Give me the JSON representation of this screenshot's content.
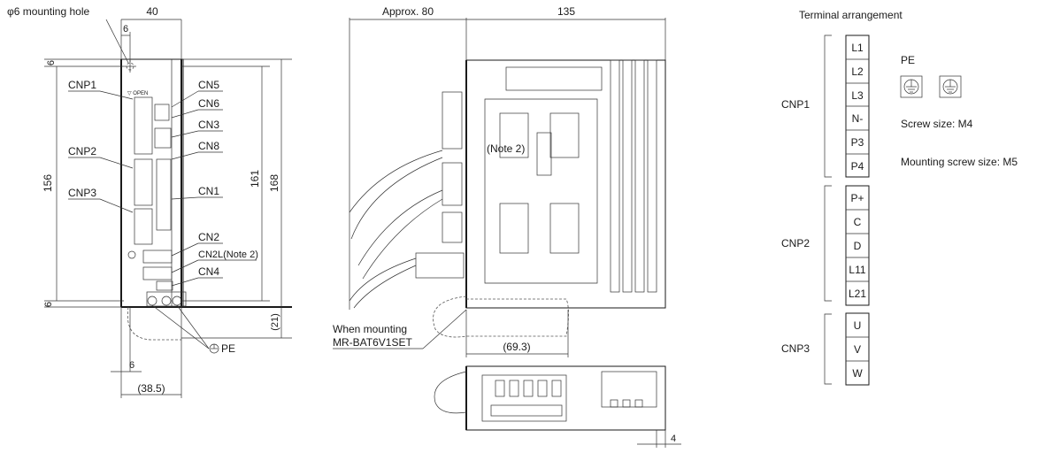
{
  "front_view": {
    "mounting_hole": "φ6 mounting hole",
    "dim_width": "40",
    "dim_hole_offset": "6",
    "dim_top_margin": "6",
    "dim_bottom_margin": "6",
    "dim_hole_pitch": "156",
    "dim_161": "161",
    "dim_height": "168",
    "dim_21": "(21)",
    "dim_bottom_6": "6",
    "dim_38_5": "(38.5)",
    "open_label": "▽ OPEN",
    "pe_label": "PE",
    "connectors_left": [
      "CNP1",
      "CNP2",
      "CNP3"
    ],
    "connectors_right": [
      "CN5",
      "CN6",
      "CN3",
      "CN8",
      "CN1",
      "CN2",
      "CN2L(Note 2)",
      "CN4"
    ]
  },
  "side_view": {
    "dim_approx": "Approx. 80",
    "dim_depth": "135",
    "note": "(Note 2)",
    "battery_label_line1": "When mounting",
    "battery_label_line2": "MR-BAT6V1SET",
    "dim_69_3": "(69.3)",
    "dim_4": "4"
  },
  "terminal": {
    "title": "Terminal arrangement",
    "groups": [
      {
        "name": "CNP1",
        "pins": [
          "L1",
          "L2",
          "L3",
          "N-",
          "P3",
          "P4"
        ]
      },
      {
        "name": "CNP2",
        "pins": [
          "P+",
          "C",
          "D",
          "L11",
          "L21"
        ]
      },
      {
        "name": "CNP3",
        "pins": [
          "U",
          "V",
          "W"
        ]
      }
    ],
    "pe_title": "PE",
    "screw_size": "Screw size: M4",
    "mounting_screw_size": "Mounting screw size: M5"
  }
}
